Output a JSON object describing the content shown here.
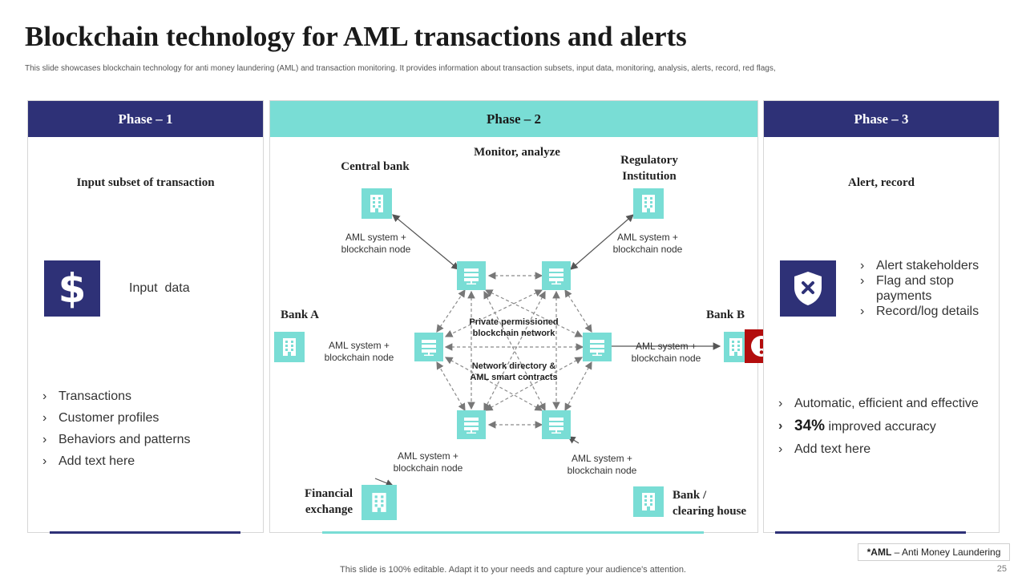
{
  "title": "Blockchain technology for AML transactions and alerts",
  "subtitle": "This slide showcases blockchain technology for anti money laundering (AML) and transaction monitoring. It provides information about transaction subsets, input data, monitoring, analysis, alerts, record, red flags,",
  "colors": {
    "dark": "#2e3177",
    "teal": "#79ddd5",
    "alert": "#b30d0d"
  },
  "phase1": {
    "header": "Phase – 1",
    "heading": "Input  subset of transaction",
    "icon": "dollar-icon",
    "input_label": "Input  data",
    "bullets": [
      "Transactions",
      "Customer profiles",
      "Behaviors and patterns",
      "Add text here"
    ]
  },
  "phase2": {
    "header": "Phase – 2",
    "heading": "Monitor, analyze",
    "node_label_line1": "AML system +",
    "node_label_line2": "blockchain node",
    "central_bank": "Central bank",
    "regulatory_line1": "Regulatory",
    "regulatory_line2": "Institution",
    "bank_a": "Bank A",
    "bank_b": "Bank B",
    "financial_line1": "Financial",
    "financial_line2": "exchange",
    "clearing_line1": "Bank /",
    "clearing_line2": "clearing house",
    "network_line1": "Private permissioned",
    "network_line2": "blockchain network",
    "directory_line1": "Network directory &",
    "directory_line2": "AML smart contracts"
  },
  "phase3": {
    "header": "Phase – 3",
    "heading": "Alert, record",
    "icon": "shield-x-icon",
    "top_bullets": [
      "Alert stakeholders",
      "Flag and stop payments",
      "Record/log details"
    ],
    "bullet1": "Automatic, efficient and effective",
    "bullet2_value": "34%",
    "bullet2_text": " improved accuracy",
    "bullet3": "Add text here"
  },
  "footnote_prefix": "*AML",
  "footnote_text": " – Anti Money Laundering",
  "footer": "This slide is 100% editable. Adapt it to your needs and capture your audience's attention.",
  "page_number": "25"
}
